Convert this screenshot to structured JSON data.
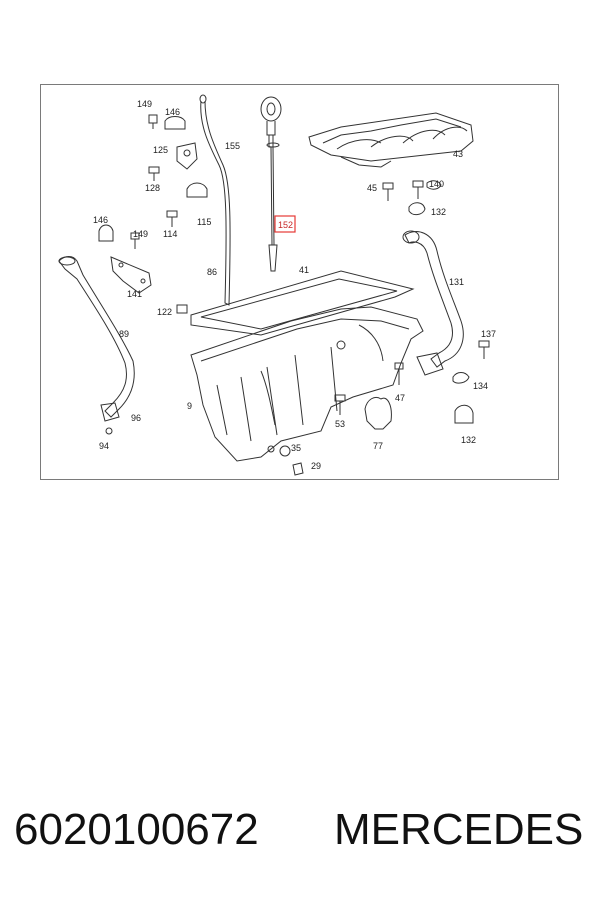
{
  "diagram": {
    "highlight_color": "#e53935",
    "labels": [
      "149",
      "146",
      "125",
      "128",
      "155",
      "43",
      "115",
      "114",
      "146",
      "149",
      "140",
      "45",
      "132",
      "152",
      "86",
      "41",
      "131",
      "141",
      "122",
      "89",
      "137",
      "9",
      "47",
      "134",
      "96",
      "53",
      "77",
      "132",
      "94",
      "35",
      "29"
    ],
    "highlighted_label": "152"
  },
  "caption": {
    "part_number": "6020100672",
    "brand": "MERCEDES"
  }
}
